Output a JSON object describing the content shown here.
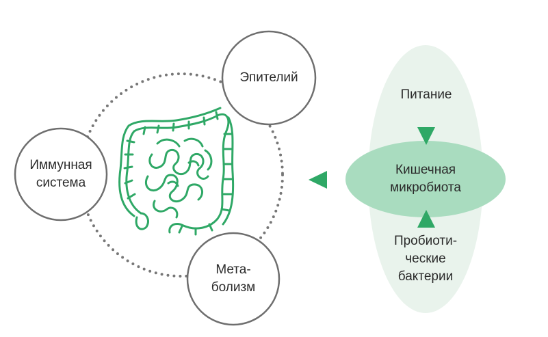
{
  "diagram": {
    "nodes": {
      "epithelium": "Эпителий",
      "immune": "Иммунная\nсистема",
      "metabolism": "Мета-\nболизм",
      "nutrition": "Питание",
      "microbiota": "Кишечная\nмикробиота",
      "probiotics": "Пробиоти-\nческие\nбактерии"
    },
    "colors": {
      "accent": "#2fa866",
      "microbiota_fill": "#a9dcbf",
      "panel_fill": "#e9f3ec",
      "circle_stroke": "#6e6e6e",
      "intestine_stroke": "#2fa866",
      "text": "#2b2b2b"
    }
  }
}
